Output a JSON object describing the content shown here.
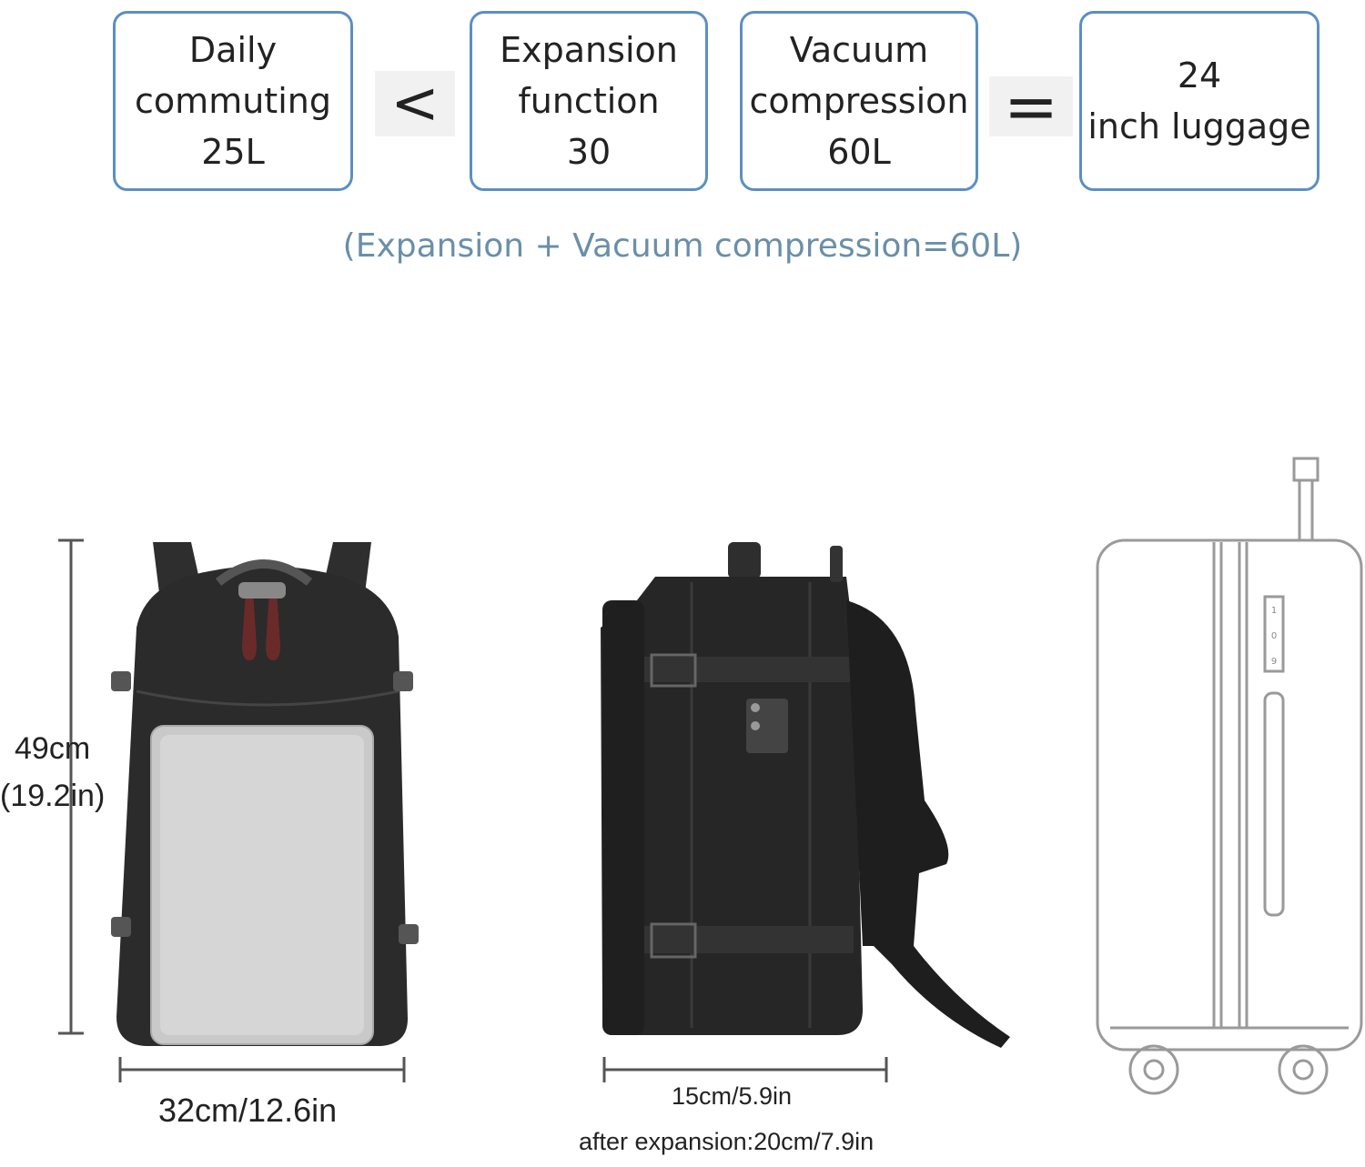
{
  "capacity": {
    "daily": {
      "line1": "Daily",
      "line2": "commuting",
      "line3": "25L"
    },
    "less_than": "<",
    "expansion": {
      "line1": "Expansion",
      "line2": "function",
      "line3": "30"
    },
    "vacuum": {
      "line1": "Vacuum",
      "line2": "compression",
      "line3": "60L"
    },
    "equals": "=",
    "luggage": {
      "line1": "24",
      "line2": "inch luggage"
    },
    "note": "(Expansion + Vacuum compression=60L)"
  },
  "dimensions": {
    "height_cm": "49cm",
    "height_in": "(19.2in)",
    "width": "32cm/12.6in",
    "depth": "15cm/5.9in",
    "depth_expanded": "after expansion:20cm/7.9in"
  },
  "colors": {
    "box_border": "#5b8fc4",
    "note_text": "#6a8fa8",
    "backpack": "#2b2b2b",
    "laptop": "#c9c9c9",
    "suitcase_outline": "#9a9a9a"
  },
  "lock_digits": [
    "1",
    "0",
    "9"
  ]
}
